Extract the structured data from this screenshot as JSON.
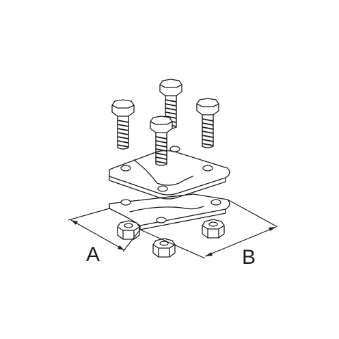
{
  "diagram": {
    "labels": {
      "dimension_a": "A",
      "dimension_b": "B"
    },
    "parts": {
      "bolts": 4,
      "nuts": 3,
      "plates": 2
    }
  }
}
